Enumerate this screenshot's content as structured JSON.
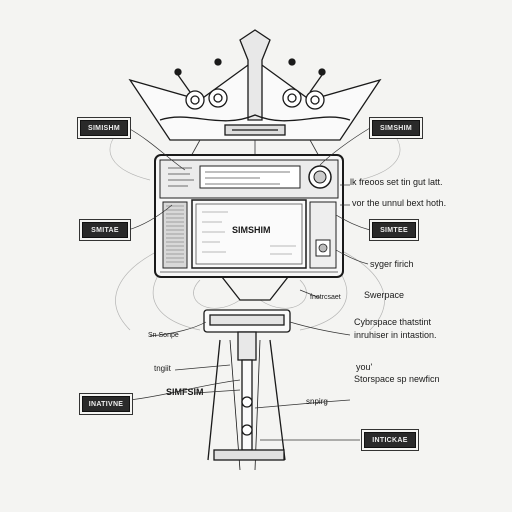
{
  "right_labels": {
    "r1": "lk freoos set tin gut latt.",
    "r2": "vor the unnul bext hoth.",
    "r3": "syger firich",
    "r4": "Swerpace",
    "r5": "Cybrspace thatstint",
    "r6": "inruhiser in intastion.",
    "r7": "you'",
    "r8": "Storspace sp newficn",
    "r9": "snpirg"
  },
  "left_labels": {
    "l1": "tngiit",
    "l2": "SIMFSIM",
    "l3": "Sn Sonpe"
  },
  "center_labels": {
    "screen": "SIMSHIM",
    "base": "fnetrcsaet"
  },
  "tags": {
    "t1": "SIMISHM",
    "t2": "SMITAE",
    "t3": "INATIVNE",
    "t4": "SIMSHIM",
    "t5": "SIMTEE",
    "t6": "INTICKAE"
  },
  "screen_text": {
    "top_box_text": "--- ----------",
    "rows": [
      "..  ..  ..",
      "..  ..  ..",
      "..  ..  ..",
      "..  ..  .."
    ]
  }
}
